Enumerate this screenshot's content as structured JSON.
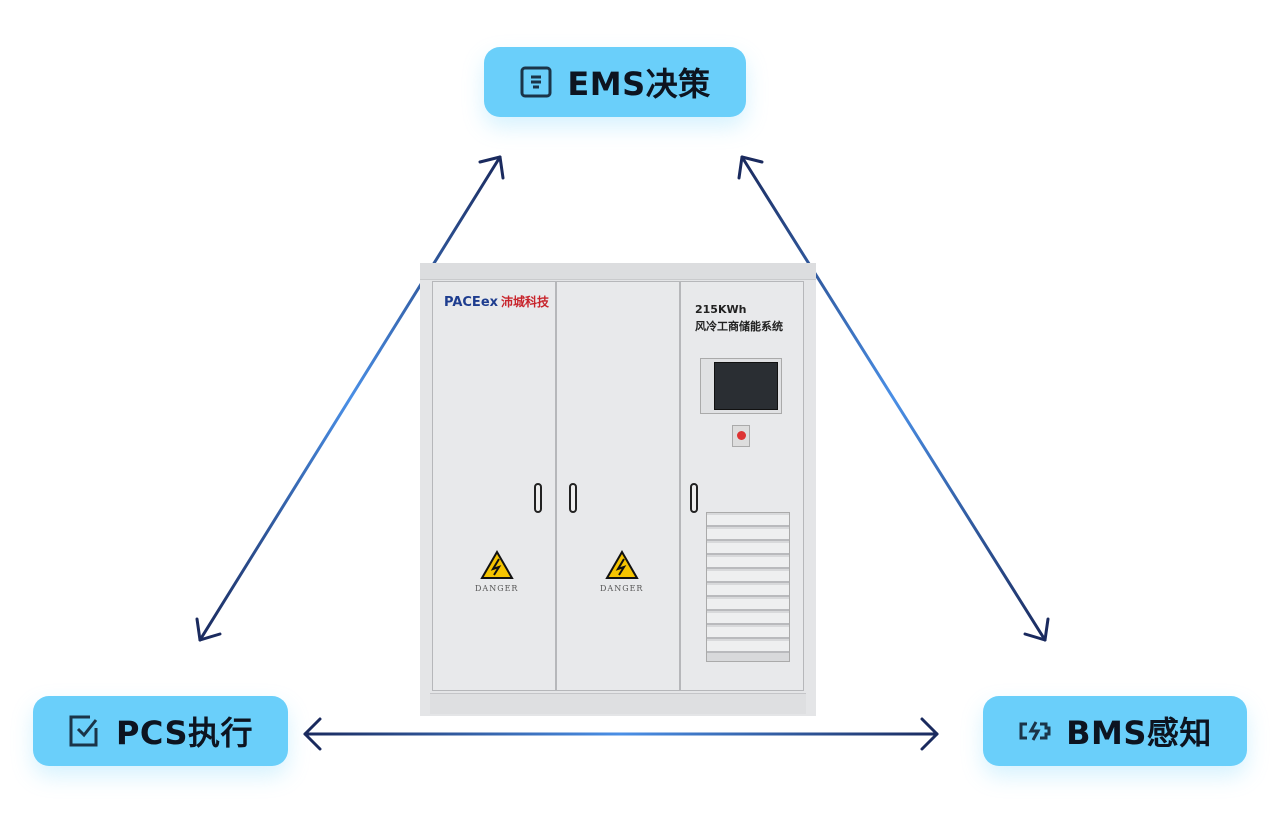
{
  "nodes": {
    "ems": {
      "label": "EMS决策",
      "icon": "document-icon"
    },
    "pcs": {
      "label": "PCS执行",
      "icon": "checkbox-icon"
    },
    "bms": {
      "label": "BMS感知",
      "icon": "battery-charging-icon"
    }
  },
  "cabinet": {
    "brand": "PACEex",
    "brand_cn": "沛城科技",
    "model_line1": "215KWh",
    "model_line2": "风冷工商储能系统",
    "warning_label": "DANGER"
  },
  "colors": {
    "pill": "#6acffa",
    "arrow_dark": "#1a2a5e",
    "arrow_light": "#4a8fe6"
  }
}
